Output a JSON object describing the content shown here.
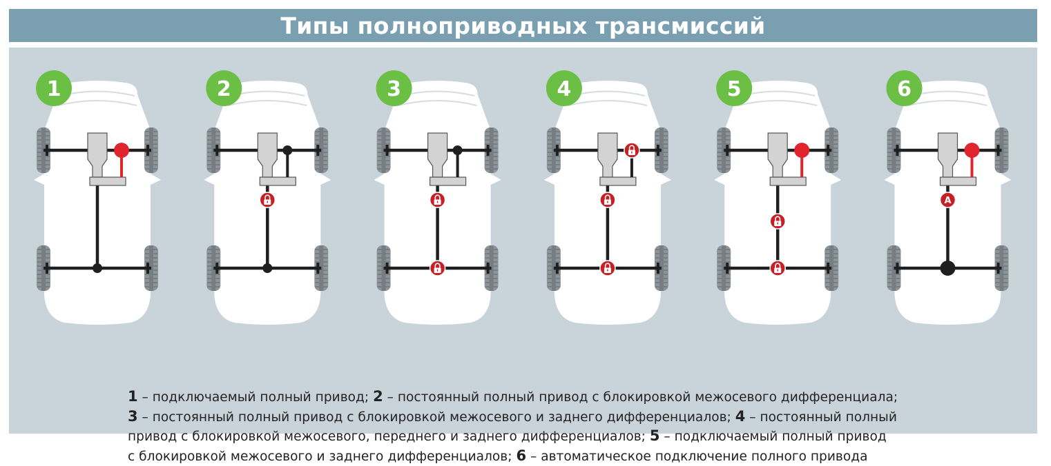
{
  "title": "Типы полноприводных трансмиссий",
  "colors": {
    "title_bg": "#7a9fb1",
    "panel_bg": "#c9d4da",
    "badge": "#6bbf45",
    "differential_red": "#e0252d",
    "lock_dark_red": "#c62026",
    "gearbox": "#d3d3d3",
    "tire": "#8d959a",
    "shaft": "#1f1f1f",
    "car_body": "#ffffff"
  },
  "diagrams": [
    {
      "number": "1",
      "front_diff": "red",
      "center": "none",
      "rear_diff": "open",
      "rear_big": false
    },
    {
      "number": "2",
      "front_diff": "black",
      "center": "lock",
      "rear_diff": "open",
      "rear_big": false
    },
    {
      "number": "3",
      "front_diff": "black",
      "center": "lock",
      "rear_diff": "lock",
      "rear_big": false
    },
    {
      "number": "4",
      "front_diff": "lock",
      "center": "lock",
      "rear_diff": "lock",
      "rear_big": false
    },
    {
      "number": "5",
      "front_diff": "red",
      "center": "lock",
      "rear_diff": "lock",
      "rear_big": false
    },
    {
      "number": "6",
      "front_diff": "red",
      "center": "auto",
      "rear_diff": "open",
      "rear_big": true
    }
  ],
  "auto_label": "A",
  "legend": {
    "lines": [
      [
        {
          "bold": "1",
          "text": " – подключаемый полный привод; "
        },
        {
          "bold": "2",
          "text": " – постоянный полный привод с блокировкой межосевого дифференциала;"
        }
      ],
      [
        {
          "bold": "3",
          "text": " – постоянный полный привод с блокировкой межосевого и заднего дифференциалов; "
        },
        {
          "bold": "4",
          "text": " – постоянный полный"
        }
      ],
      [
        {
          "bold": "",
          "text": "привод с блокировкой межосевого, переднего и заднего дифференциалов; "
        },
        {
          "bold": "5",
          "text": " – подключаемый полный привод"
        }
      ],
      [
        {
          "bold": "",
          "text": "с блокировкой межосевого и заднего дифференциалов; "
        },
        {
          "bold": "6",
          "text": " – автоматическое подключение полного привода"
        }
      ]
    ]
  }
}
